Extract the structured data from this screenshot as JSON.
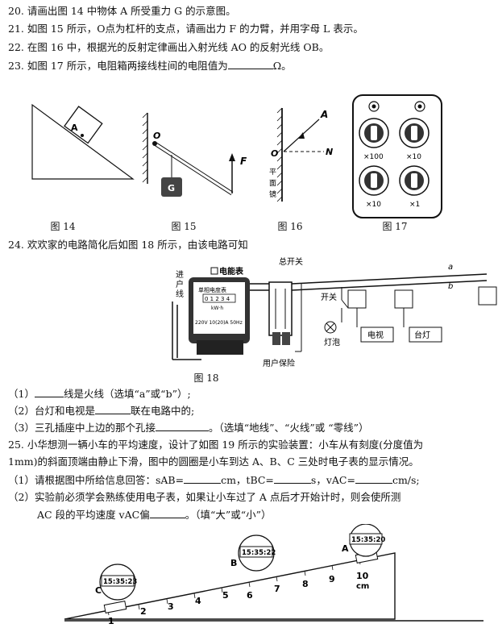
{
  "questions": {
    "q20": "20. 请画出图 14 中物体 A 所受重力 G 的示意图。",
    "q21": "21. 如图 15 所示，O点为杠杆的支点，请画出力 F 的力臂，并用字母 L 表示。",
    "q22": "22. 在图 16 中，根据光的反射定律画出入射光线 AO 的反射光线 OB。",
    "q23_pre": "23. 如图 17 所示，电阻箱两接线柱间的电阻值为",
    "q23_post": "Ω。",
    "q24": "24. 欢欢家的电路简化后如图  18 所示，由该电路可知",
    "q24_1_pre": "（1）",
    "q24_1_post": "线是火线（选填“a”或“b”）;",
    "q24_2_pre": "（2）台灯和电视是",
    "q24_2_post": "联在电路中的;",
    "q24_3_pre": "（3）三孔插座中上边的那个孔接",
    "q24_3_post": "。（选填“地线”、“火线”或 “零线”）",
    "q25_a": "25. 小华想测一辆小车的平均速度，设计了如图 19 所示的实验装置：小车从有刻度(分度值为",
    "q25_b": "1mm)的斜面顶端由静止下滑，图中的圆圈是小车到达 A、B、C 三处时电子表的显示情况。",
    "q25_1_pre": "（1）请根据图中所给信息回答：sAB=",
    "q25_1_mid1": "cm，tBC=",
    "q25_1_mid2": "s，vAC=",
    "q25_1_post": "cm/s;",
    "q25_2a": "（2）实验前必须学会熟练使用电子表，如果让小车过了 A 点后才开始计时，则会使所测",
    "q25_2b_pre": "AC 段的平均速度 vAC偏",
    "q25_2b_post": "。（填“大”或“小”）"
  },
  "figures": {
    "fig14": {
      "caption": "图 14",
      "label_a": "A"
    },
    "fig15": {
      "caption": "图 15",
      "label_o": "O",
      "label_f": "F",
      "label_g": "G"
    },
    "fig16": {
      "caption": "图 16",
      "label_a": "A",
      "label_o": "O",
      "label_n": "N",
      "mirror": [
        "平",
        "面",
        "镜"
      ]
    },
    "fig17": {
      "caption": "图 17",
      "mult": [
        "×100",
        "×10",
        "×10",
        "×1"
      ]
    },
    "fig18": {
      "caption": "图 18",
      "meter": "电能表",
      "inlet": [
        "进",
        "户",
        "线"
      ],
      "meter_title": "单相电度表",
      "meter_digits": "0 1 2 3 4",
      "meter_unit": "kW·h",
      "meter_spec": "220V 10(20)A 50Hz",
      "main_switch": "总开关",
      "fuse": "用户保险",
      "switch": "开关",
      "lamp": "灯泡",
      "tv": "电视",
      "desk_lamp": "台灯",
      "wire_a": "a",
      "wire_b": "b"
    },
    "fig19": {
      "time_a": "15:35:20",
      "time_b": "15:35:22",
      "time_c": "15:35:23",
      "label_a": "A",
      "label_b": "B",
      "label_c": "C",
      "ruler": [
        "1",
        "2",
        "3",
        "4",
        "5",
        "6",
        "7",
        "8",
        "9",
        "10"
      ],
      "unit": "cm"
    }
  }
}
